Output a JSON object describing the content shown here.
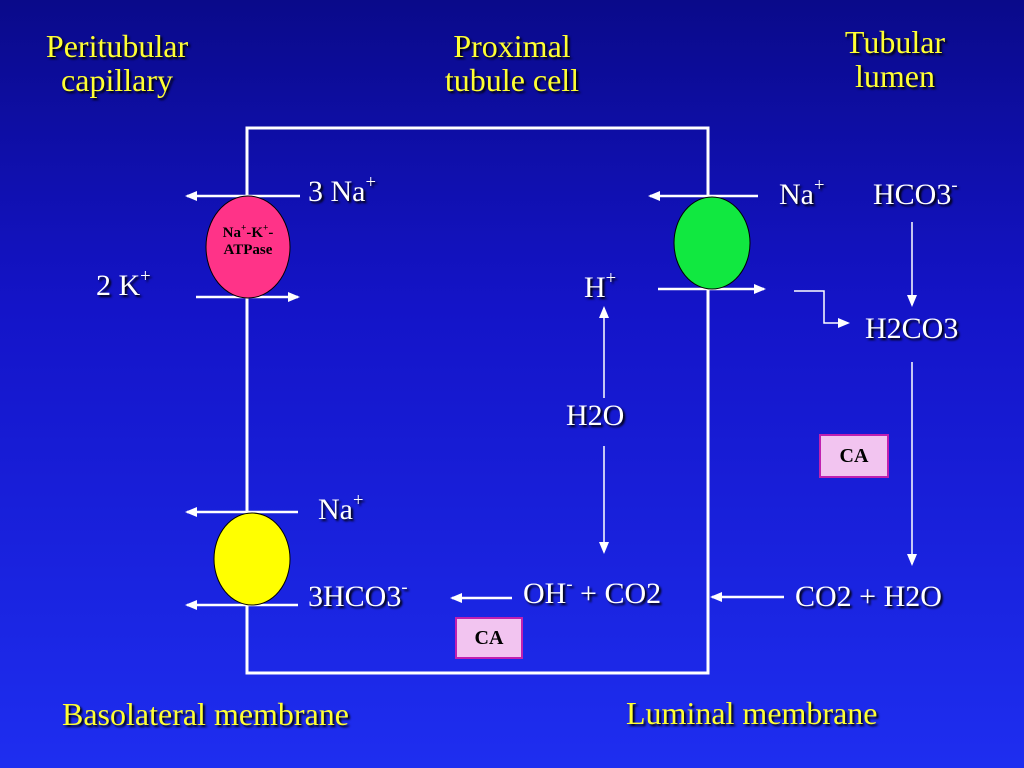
{
  "headers": {
    "peritubular": [
      "Peritubular",
      "capillary"
    ],
    "cell": [
      "Proximal",
      "tubule cell"
    ],
    "lumen": [
      "Tubular",
      "lumen"
    ]
  },
  "ions": {
    "na3_base": "3 Na",
    "na3_sup": "+",
    "k2_base": "2 K",
    "k2_sup": "+",
    "na_lumen_base": "Na",
    "na_lumen_sup": "+",
    "hco3_lumen_base": "HCO3",
    "hco3_lumen_sup": "-",
    "h_base": "H",
    "h_sup": "+",
    "h2o_cell": "H2O",
    "h2co3": "H2CO3",
    "na_baso_base": "Na",
    "na_baso_sup": "+",
    "hco3_baso_base": "3HCO3",
    "hco3_baso_sup": "-",
    "oh_base": "OH",
    "oh_sup": "-",
    "oh_rest": " + CO2",
    "co2_h2o": "CO2 + H2O"
  },
  "pump": {
    "line1_a": "Na",
    "line1_sup1": "+",
    "line1_b": "-K",
    "line1_sup2": "+",
    "line1_c": "-",
    "line2": "ATPase"
  },
  "enzyme": {
    "ca_lumen": "CA",
    "ca_cell": "CA"
  },
  "footer": {
    "basolateral": "Basolateral membrane",
    "luminal": "Luminal membrane"
  },
  "colors": {
    "pump": "#ff3388",
    "exchanger": "#11e840",
    "cotransporter": "#ffff00",
    "ca_fill": "#f2c4f0",
    "ca_border": "#c020b0"
  }
}
